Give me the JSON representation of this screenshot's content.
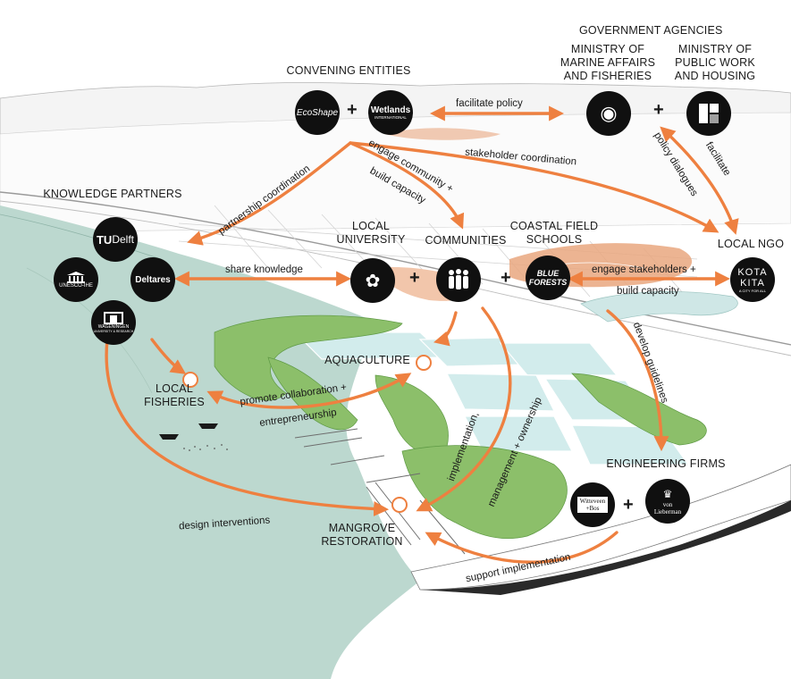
{
  "colors": {
    "arrow": "#ee8040",
    "water": "#bcd8cf",
    "mangrove": "#8cbf6a",
    "pond": "#d2ecec",
    "urban": "#e6a27a",
    "logo": "#101010"
  },
  "headers": {
    "government_agencies": "GOVERNMENT AGENCIES",
    "ministry_marine_1": "MINISTRY OF",
    "ministry_marine_2": "MARINE AFFAIRS",
    "ministry_marine_3": "AND FISHERIES",
    "ministry_public_1": "MINISTRY OF",
    "ministry_public_2": "PUBLIC WORK",
    "ministry_public_3": "AND HOUSING",
    "convening_entities": "CONVENING ENTITIES",
    "knowledge_partners": "KNOWLEDGE PARTNERS",
    "local_university_1": "LOCAL",
    "local_university_2": "UNIVERSITY",
    "communities": "COMMUNITIES",
    "coastal_field_1": "COASTAL FIELD",
    "coastal_field_2": "SCHOOLS",
    "local_ngo": "LOCAL NGO",
    "aquaculture": "AQUACULTURE",
    "local_fisheries_1": "LOCAL",
    "local_fisheries_2": "FISHERIES",
    "engineering_firms": "ENGINEERING FIRMS",
    "mangrove_1": "MANGROVE",
    "mangrove_2": "RESTORATION"
  },
  "flows": {
    "facilitate_policy": "facilitate policy",
    "stakeholder_coordination": "stakeholder coordination",
    "policy_dialogues": "policy dialogues",
    "facilitate": "facilitate",
    "partnership_coordination": "partnership coordination",
    "engage_community": "engage community +",
    "build_capacity": "build capacity",
    "share_knowledge": "share knowledge",
    "engage_stakeholders": "engage stakeholders +",
    "build_capacity_2": "build capacity",
    "develop_guidelines": "develop guidelines",
    "promote_collaboration": "promote collaboration +",
    "entrepreneurship": "entrepreneurship",
    "implementation": "implementation,",
    "management_ownership": "management + ownership",
    "design_interventions": "design interventions",
    "support_implementation": "support implementation"
  },
  "logos": {
    "ecoshape": "EcoShape",
    "wetlands_1": "Wetlands",
    "wetlands_2": "INTERNATIONAL",
    "tudelft_1": "TU",
    "tudelft_2": "Delft",
    "unesco": "UNESCO-IHE",
    "deltares": "Deltares",
    "wageningen_1": "WAGENINGEN",
    "wageningen_2": "UNIVERSITY & RESEARCH",
    "blue_forests_1": "BLUE",
    "blue_forests_2": "FORESTS",
    "kota_1": "KOTA",
    "kota_2": "KITA",
    "kota_3": "A CITY FOR ALL",
    "witteveen_1": "Witteveen",
    "witteveen_2": "+Bos",
    "vonlieberman_1": "von",
    "vonlieberman_2": "Lieberman"
  },
  "plus": "+"
}
